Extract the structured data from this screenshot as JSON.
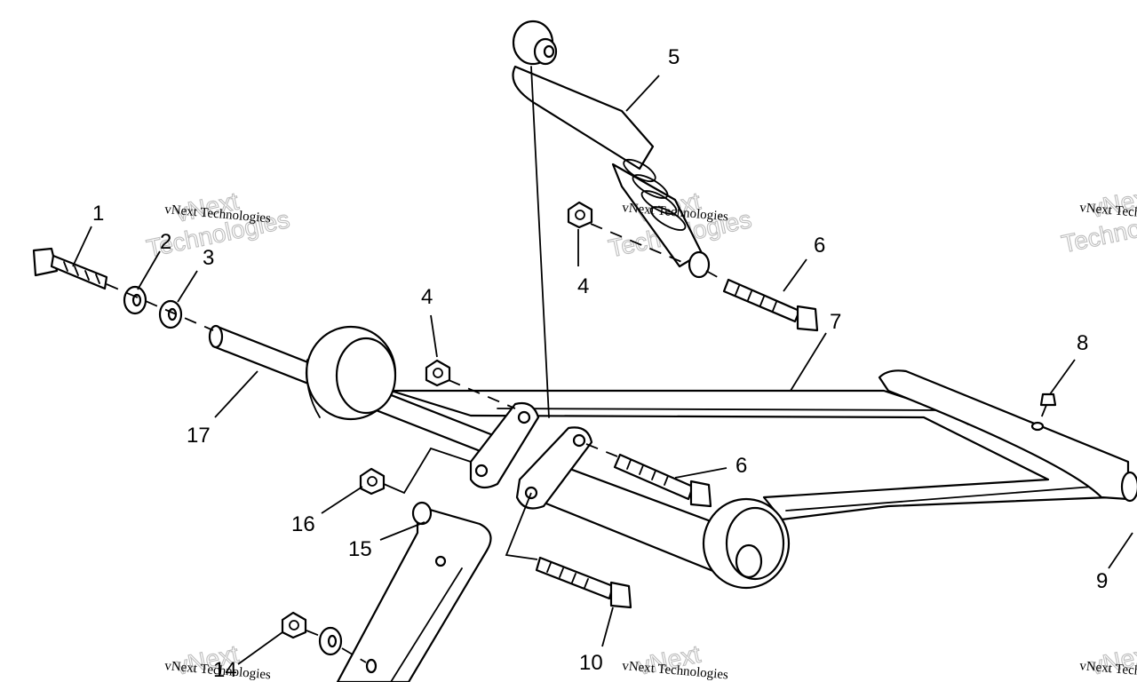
{
  "watermark": {
    "brand_line": "vNext Technologies",
    "outline_word_1": "vNext",
    "outline_word_2": "Technologies"
  },
  "callouts": [
    {
      "id": "1",
      "label": "1"
    },
    {
      "id": "2",
      "label": "2"
    },
    {
      "id": "3",
      "label": "3"
    },
    {
      "id": "4a",
      "label": "4"
    },
    {
      "id": "4b",
      "label": "4"
    },
    {
      "id": "5",
      "label": "5"
    },
    {
      "id": "6a",
      "label": "6"
    },
    {
      "id": "6b",
      "label": "6"
    },
    {
      "id": "7",
      "label": "7"
    },
    {
      "id": "8",
      "label": "8"
    },
    {
      "id": "9",
      "label": "9"
    },
    {
      "id": "10",
      "label": "10"
    },
    {
      "id": "14",
      "label": "14"
    },
    {
      "id": "15",
      "label": "15"
    },
    {
      "id": "16",
      "label": "16"
    },
    {
      "id": "17",
      "label": "17"
    }
  ],
  "colors": {
    "line": "#000000",
    "background": "#ffffff",
    "watermark_outline": "#bdbdbd"
  }
}
